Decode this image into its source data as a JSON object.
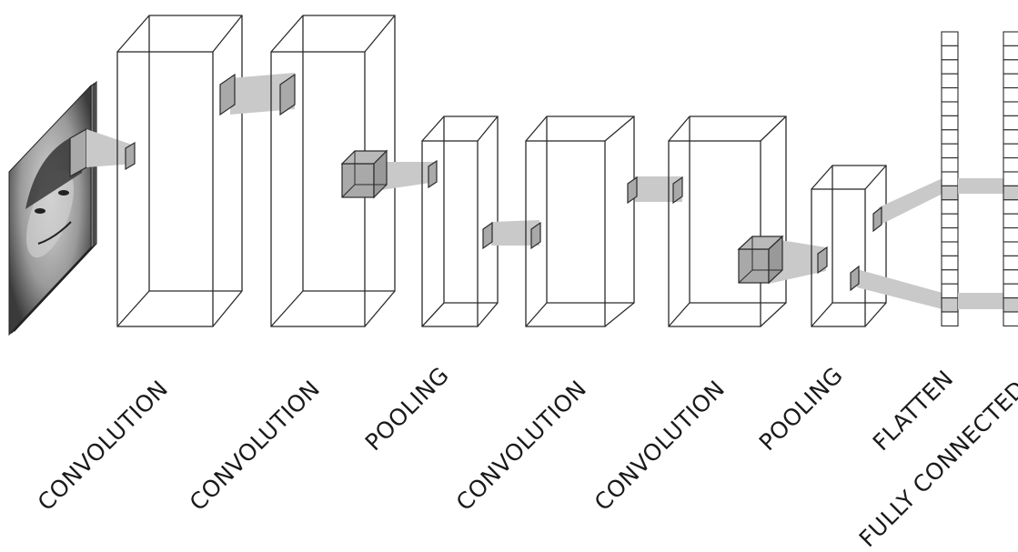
{
  "layers": [
    {
      "label": "CONVOLUTION"
    },
    {
      "label": "CONVOLUTION"
    },
    {
      "label": "POOLING"
    },
    {
      "label": "CONVOLUTION"
    },
    {
      "label": "CONVOLUTION"
    },
    {
      "label": "POOLING"
    },
    {
      "label": "FLATTEN"
    },
    {
      "label": "FULLY CONNECTED"
    }
  ],
  "colors": {
    "edge": "#2b2b2b",
    "connector": "#c9c9c9",
    "window": "#a9a9a9",
    "background": "#ffffff"
  }
}
